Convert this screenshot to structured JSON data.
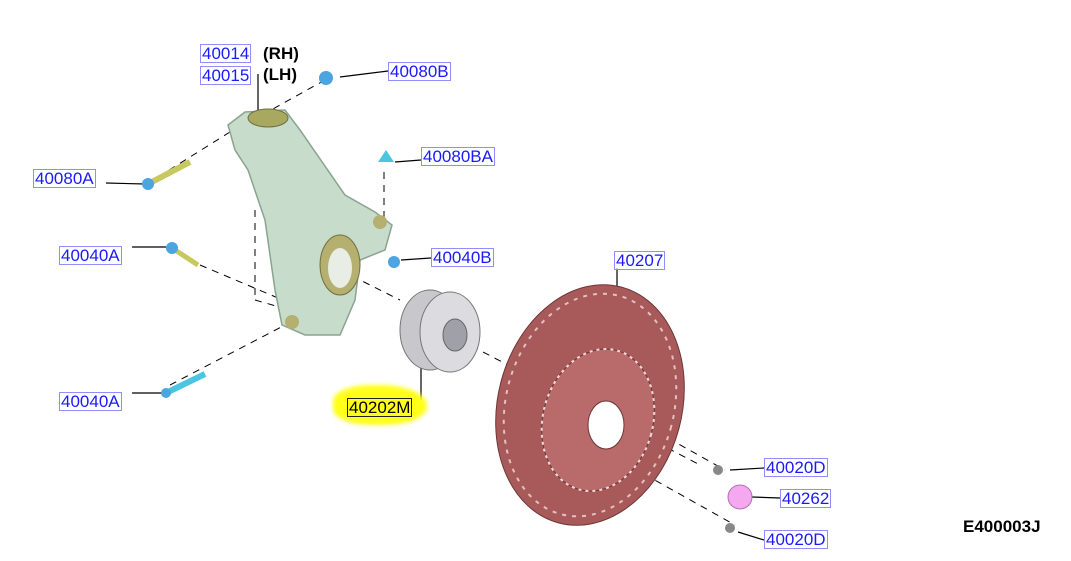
{
  "diagram_code": "E400003J",
  "side_labels": {
    "rh": "(RH)",
    "lh": "(LH)"
  },
  "parts": {
    "knuckle_rh": "40014",
    "knuckle_lh": "40015",
    "bolt_40080B": "40080B",
    "bolt_40080BA": "40080BA",
    "bolt_40080A": "40080A",
    "bolt_40040A_upper": "40040A",
    "nut_40040B": "40040B",
    "disc": "40207",
    "bolt_40040A_lower": "40040A",
    "hub_bearing": "40202M",
    "screw_40020D_upper": "40020D",
    "cap": "40262",
    "screw_40020D_lower": "40020D"
  },
  "colors": {
    "link": "#1a1aff",
    "highlight": "#ffff1a",
    "disc": "#a85a5a",
    "knuckle": "#c7dccb"
  }
}
